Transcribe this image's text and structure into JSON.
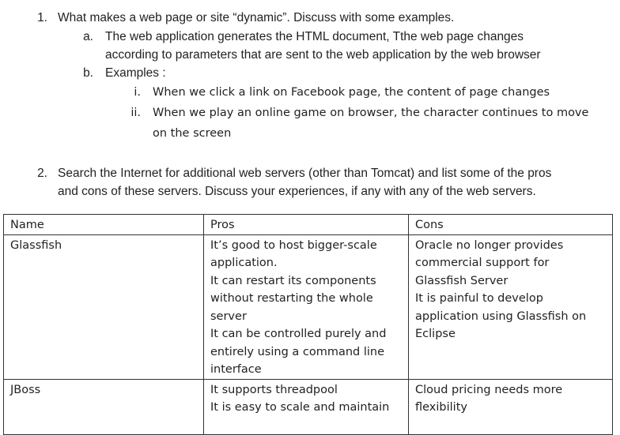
{
  "q1": {
    "number": "1.",
    "text": "What makes a web page or site “dynamic”. Discuss with some examples.",
    "a_marker": "a.",
    "a_lines": [
      "The web application generates the HTML document, Tthe web page changes",
      "according to parameters that are sent to the web application by the web browser"
    ],
    "b_marker": "b.",
    "b_text": "Examples :",
    "examples": [
      {
        "marker": "i.",
        "lines": [
          "When we click a link on Facebook page, the content of page changes"
        ]
      },
      {
        "marker": "ii.",
        "lines": [
          "When we play an online game on browser, the character continues to move",
          "on the screen"
        ]
      }
    ]
  },
  "q2": {
    "number": "2.",
    "lines": [
      "Search the Internet for additional web servers (other than Tomcat) and list some of the pros",
      "and cons of these servers. Discuss your experiences, if any with any of the web servers."
    ]
  },
  "table": {
    "headers": [
      "Name",
      "Pros",
      "Cons"
    ],
    "rows": [
      {
        "name": "Glassfish",
        "pros": [
          "It’s good to host bigger-scale",
          "application.",
          "It can restart its components",
          "without restarting the whole",
          "server",
          "It can be controlled purely and",
          "entirely using a command line",
          "interface"
        ],
        "cons": [
          "Oracle no longer provides",
          "commercial support for",
          "Glassfish Server",
          "It is painful to develop",
          "application using Glassfish on",
          "Eclipse"
        ]
      },
      {
        "name": "JBoss",
        "pros": [
          "It supports threadpool",
          "It is easy to scale and maintain"
        ],
        "cons": [
          "Cloud pricing needs more",
          "flexibility"
        ]
      }
    ]
  }
}
